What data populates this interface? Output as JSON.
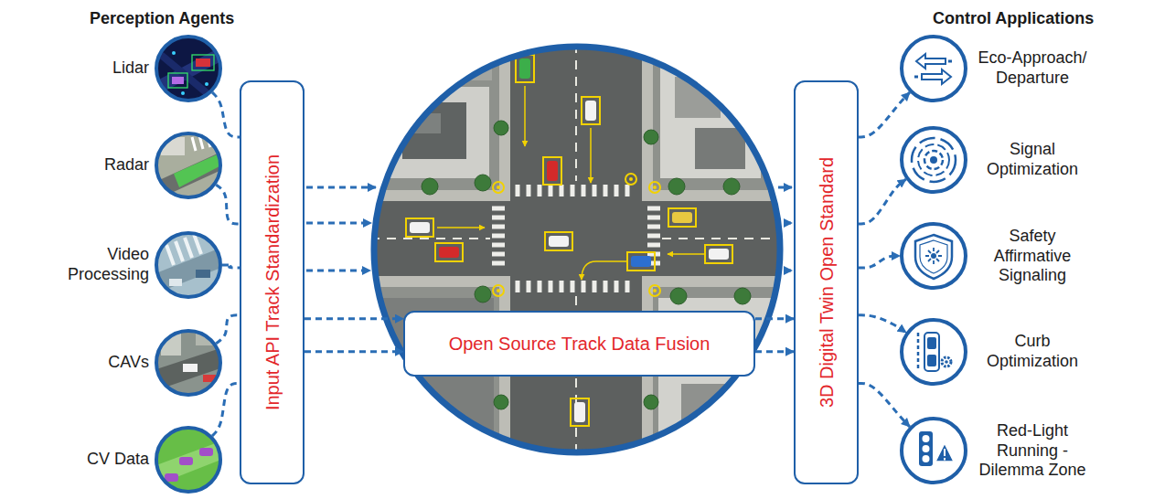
{
  "diagram": {
    "nodes": [
      {
        "text": [
          "Lidar"
        ]
      },
      {
        "text": [
          "Radar"
        ]
      },
      {
        "text": [
          "Video Processing"
        ]
      },
      {
        "text": [
          "CAVs"
        ]
      },
      {
        "text": [
          "CV Data"
        ]
      },
      {
        "text": [
          "Input API Track Standardization"
        ]
      },
      {
        "text": [
          "Open Source Track Data Fusion"
        ]
      },
      {
        "text": [
          "3D Digital Twin Open Standard"
        ]
      },
      {
        "text": [
          "Eco-Approach/ Departure"
        ]
      },
      {
        "text": [
          "Signal Optimization"
        ]
      },
      {
        "text": [
          "Safety Affirmative Signaling"
        ]
      },
      {
        "text": [
          "Curb Optimization"
        ]
      },
      {
        "text": [
          "Red-Light Running - Dilemma Zone"
        ]
      }
    ],
    "edges": [
      {
        "from": 0,
        "to": 5,
        "arrow": "none"
      },
      {
        "from": 1,
        "to": 5,
        "arrow": "none"
      },
      {
        "from": 2,
        "to": 5,
        "arrow": "none"
      },
      {
        "from": 3,
        "to": 5,
        "arrow": "none"
      },
      {
        "from": 4,
        "to": 5,
        "arrow": "none"
      },
      {
        "from": 5,
        "to": 6,
        "arrow": "to"
      },
      {
        "from": 5,
        "to": 6,
        "arrow": "to"
      },
      {
        "from": 6,
        "to": 7,
        "arrow": "to"
      },
      {
        "from": 6,
        "to": 7,
        "arrow": "to"
      },
      {
        "from": 7,
        "to": 8,
        "arrow": "to"
      },
      {
        "from": 7,
        "to": 9,
        "arrow": "to"
      },
      {
        "from": 7,
        "to": 10,
        "arrow": "to"
      },
      {
        "from": 7,
        "to": 11,
        "arrow": "to"
      },
      {
        "from": 7,
        "to": 12,
        "arrow": "to"
      }
    ],
    "labels": [
      "Perception Agents",
      "Control Applications"
    ]
  }
}
